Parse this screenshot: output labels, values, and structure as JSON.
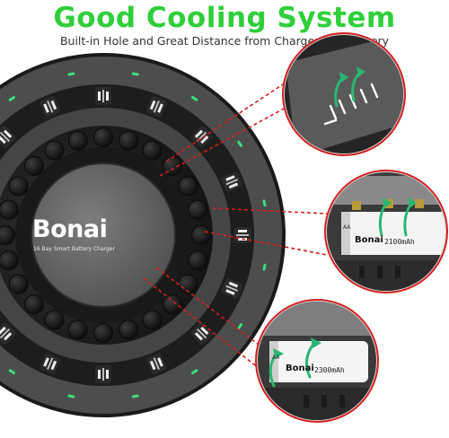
{
  "header": {
    "title": "Good Cooling System",
    "subtitle": "Built-in Hole and Great Distance from Charger and Battery"
  },
  "charger": {
    "brand": "Bonai",
    "model_text": "16 Bay Smart Battery Charger",
    "body_color": "#1c1c1c",
    "indicator_color": "#39e07a"
  },
  "callouts": {
    "accent_color": "#d42020",
    "arrow_color": "#2bb673",
    "battery_top": {
      "brand": "Bonai",
      "capacity": "2100mAh",
      "type": "AA"
    },
    "battery_bottom": {
      "brand": "Bonai",
      "capacity": "2300mAh",
      "type": "AA"
    }
  }
}
